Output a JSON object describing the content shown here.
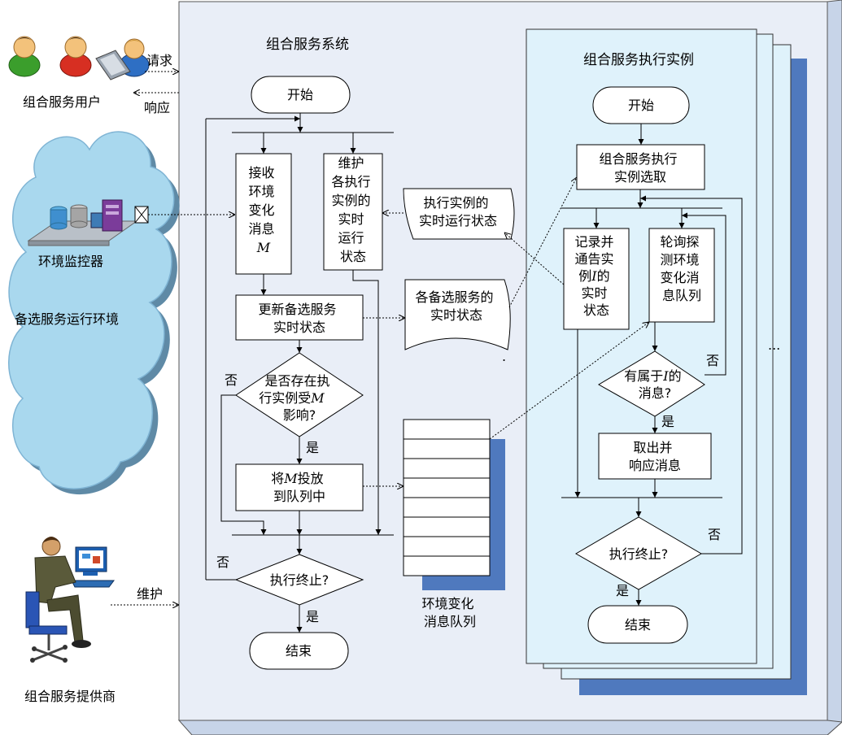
{
  "colors": {
    "panel_fill": "#e9eef7",
    "panel_side": "#c7d4e8",
    "instance_fill": "#dff2fb",
    "shadow_blue": "#4f79be",
    "cloud_fill": "#a9d8ee",
    "cloud_stroke": "#7fb4d4"
  },
  "left": {
    "users_label": "组合服务用户",
    "request_label": "请求",
    "response_label": "响应",
    "monitor_label": "环境监控器",
    "env_label": "备选服务运行环境",
    "maintain_label": "维护",
    "provider_label": "组合服务提供商"
  },
  "system": {
    "title": "组合服务系统",
    "start": "开始",
    "receive": [
      "接收",
      "环境",
      "变化",
      "消息"
    ],
    "receive_m": "M",
    "maintain": [
      "维护",
      "各执行",
      "实例的",
      "实时",
      "运行",
      "状态"
    ],
    "update": [
      "更新备选服务",
      "实时状态"
    ],
    "decision1": [
      "是否存在执",
      "行实例受",
      "影响?"
    ],
    "decision1_m": "M",
    "no1": "否",
    "yes1": "是",
    "put": [
      "将",
      "投放",
      "到队列中"
    ],
    "put_m": "M",
    "end_decision": "执行终止?",
    "no2": "否",
    "yes2": "是",
    "end": "结束"
  },
  "docs": {
    "runtime_state": [
      "执行实例的",
      "实时运行状态"
    ],
    "service_state": [
      "各备选服务的",
      "实时状态"
    ],
    "queue_label": [
      "环境变化",
      "消息队列"
    ]
  },
  "instance": {
    "title": "组合服务执行实例",
    "start": "开始",
    "select": [
      "组合服务执行",
      "实例选取"
    ],
    "record": [
      "记录并",
      "通告实",
      "例",
      "的",
      "实时",
      "状态"
    ],
    "record_i": "I",
    "poll": [
      "轮询探",
      "测环境",
      "变化消",
      "息队列"
    ],
    "decision": [
      "有属于",
      "的",
      "消息?"
    ],
    "decision_i": "I",
    "no1": "否",
    "yes1": "是",
    "take": [
      "取出并",
      "响应消息"
    ],
    "end_decision": "执行终止?",
    "no2": "否",
    "yes2": "是",
    "end": "结束",
    "ellipsis": "..."
  }
}
